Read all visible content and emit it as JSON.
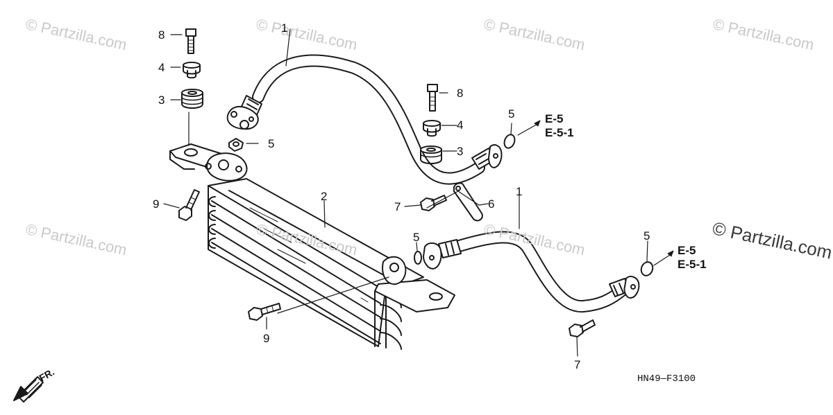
{
  "watermarks": [
    "© Partzilla.com",
    "© Partzilla.com",
    "© Partzilla.com",
    "© Partzilla.com",
    "© Partzilla.com",
    "© Partzilla.com",
    "© Partzilla.com",
    "© Partzilla.com"
  ],
  "watermark_featured": "© Partzilla.com",
  "callouts": {
    "c1a": "1",
    "c1b": "1",
    "c2": "2",
    "c3a": "3",
    "c3b": "3",
    "c4a": "4",
    "c4b": "4",
    "c5a": "5",
    "c5b": "5",
    "c5c": "5",
    "c5d": "5",
    "c6": "6",
    "c7a": "7",
    "c7b": "7",
    "c8a": "8",
    "c8b": "8",
    "c9a": "9",
    "c9b": "9"
  },
  "references": {
    "upper": [
      "E-5",
      "E-5-1"
    ],
    "lower": [
      "E-5",
      "E-5-1"
    ]
  },
  "diagram_code": "HN49—F3100",
  "direction_label": "FR.",
  "colors": {
    "line": "#1a1a1a",
    "watermark": "#c9c9c9"
  }
}
